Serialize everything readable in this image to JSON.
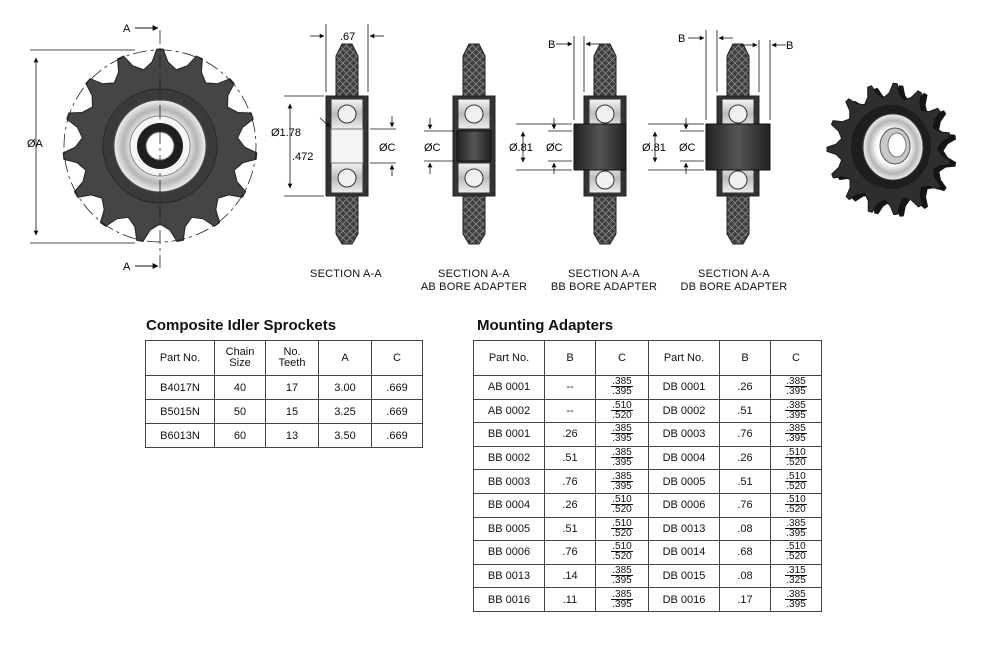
{
  "labels": {
    "section_a_left": "A",
    "section_a_left_bottom": "A",
    "dia_a": "ØA",
    "dim_067": ".67",
    "dia_178": "Ø1.78",
    "dim_472": ".472",
    "dia_c1": "ØC",
    "dia_c2": "ØC",
    "dia_081_bb": "Ø.81",
    "dia_c_bb": "ØC",
    "dia_081_db": "Ø.81",
    "dia_c_db": "ØC",
    "b_bb": "B",
    "b_db_left": "B",
    "b_db_right": "B"
  },
  "captions": [
    [
      "SECTION A-A"
    ],
    [
      "SECTION A-A",
      "AB BORE ADAPTER"
    ],
    [
      "SECTION A-A",
      "BB BORE ADAPTER"
    ],
    [
      "SECTION A-A",
      "DB BORE ADAPTER"
    ]
  ],
  "sprockets": {
    "title": "Composite Idler Sprockets",
    "headers": [
      [
        "Part No."
      ],
      [
        "Chain",
        "Size"
      ],
      [
        "No.",
        "Teeth"
      ],
      [
        "A"
      ],
      [
        "C"
      ]
    ],
    "rows": [
      [
        "B4017N",
        "40",
        "17",
        "3.00",
        ".669"
      ],
      [
        "B5015N",
        "50",
        "15",
        "3.25",
        ".669"
      ],
      [
        "B6013N",
        "60",
        "13",
        "3.50",
        ".669"
      ]
    ]
  },
  "adapters": {
    "title": "Mounting Adapters",
    "headers": [
      "Part No.",
      "B",
      "C",
      "Part No.",
      "B",
      "C"
    ],
    "rows": [
      [
        "AB 0001",
        "--",
        ".385",
        ".395",
        "DB 0001",
        ".26",
        ".385",
        ".395"
      ],
      [
        "AB 0002",
        "--",
        ".510",
        ".520",
        "DB 0002",
        ".51",
        ".385",
        ".395"
      ],
      [
        "BB 0001",
        ".26",
        ".385",
        ".395",
        "DB 0003",
        ".76",
        ".385",
        ".395"
      ],
      [
        "BB 0002",
        ".51",
        ".385",
        ".395",
        "DB 0004",
        ".26",
        ".510",
        ".520"
      ],
      [
        "BB 0003",
        ".76",
        ".385",
        ".395",
        "DB 0005",
        ".51",
        ".510",
        ".520"
      ],
      [
        "BB 0004",
        ".26",
        ".510",
        ".520",
        "DB 0006",
        ".76",
        ".510",
        ".520"
      ],
      [
        "BB 0005",
        ".51",
        ".510",
        ".520",
        "DB 0013",
        ".08",
        ".385",
        ".395"
      ],
      [
        "BB 0006",
        ".76",
        ".510",
        ".520",
        "DB 0014",
        ".68",
        ".510",
        ".520"
      ],
      [
        "BB 0013",
        ".14",
        ".385",
        ".395",
        "DB 0015",
        ".08",
        ".315",
        ".325"
      ],
      [
        "BB 0016",
        ".11",
        ".385",
        ".395",
        "DB 0016",
        ".17",
        ".385",
        ".395"
      ]
    ]
  },
  "colors": {
    "body": "#3c3c3c",
    "dark": "#1d1d1d",
    "steel": "#c9c9c9",
    "hatch": "#8a8a8a"
  }
}
